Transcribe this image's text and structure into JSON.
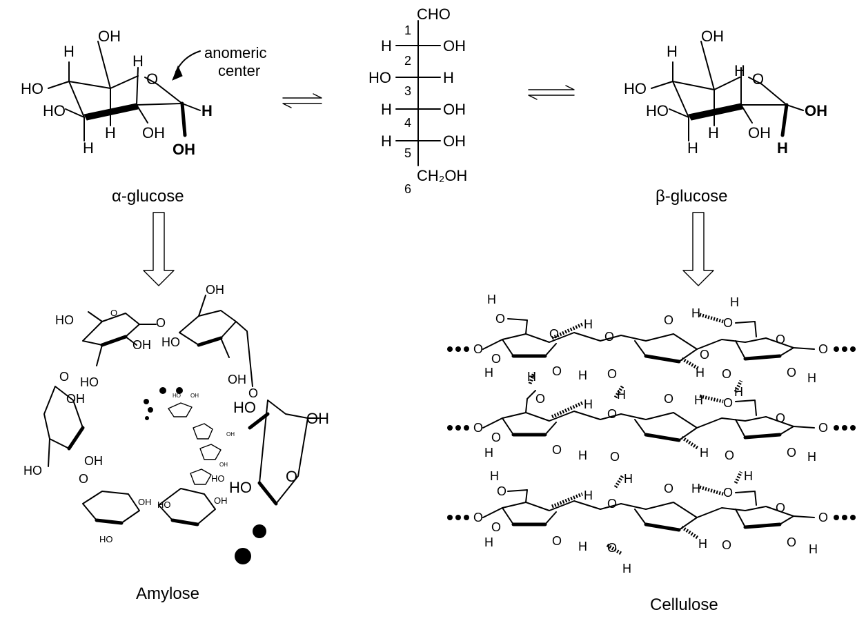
{
  "top": {
    "alpha_label": "α-glucose",
    "beta_label": "β-glucose",
    "anomeric_label_line1": "anomeric",
    "anomeric_label_line2": "center",
    "fischer": {
      "cho": "CHO",
      "c6": "CH₂OH",
      "numbers": [
        "1",
        "2",
        "3",
        "4",
        "5",
        "6"
      ],
      "rows": [
        {
          "left": "H",
          "right": "OH"
        },
        {
          "left": "HO",
          "right": "H"
        },
        {
          "left": "H",
          "right": "OH"
        },
        {
          "left": "H",
          "right": "OH"
        }
      ]
    },
    "ring_atoms": {
      "O": "O",
      "OH": "OH",
      "H": "H",
      "HO": "HO"
    }
  },
  "bottom": {
    "amylose_label": "Amylose",
    "cellulose_label": "Cellulose"
  }
}
